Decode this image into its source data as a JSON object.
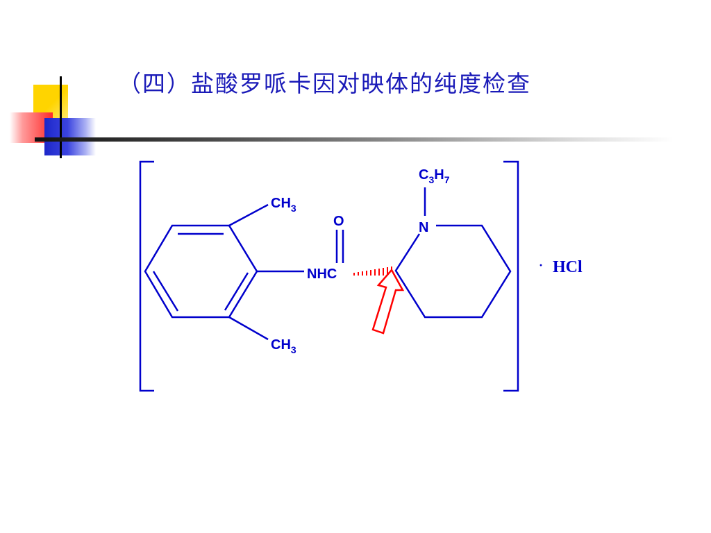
{
  "title": "（四）盐酸罗哌卡因对映体的纯度检查",
  "structure": {
    "methyl_top": {
      "main": "CH",
      "sub": "3"
    },
    "methyl_bottom": {
      "main": "CH",
      "sub": "3"
    },
    "carbonyl_o": "O",
    "amide": "NHC",
    "ring_n": "N",
    "propyl": {
      "c": "C",
      "c_sub": "3",
      "h": "H",
      "h_sub": "7"
    },
    "salt_dot": "·",
    "salt": "HCl"
  },
  "colors": {
    "structure": "#0000cc",
    "stereo_bond": "#ff0000",
    "arrow": "#ff0000",
    "title": "#1a1ab8"
  }
}
